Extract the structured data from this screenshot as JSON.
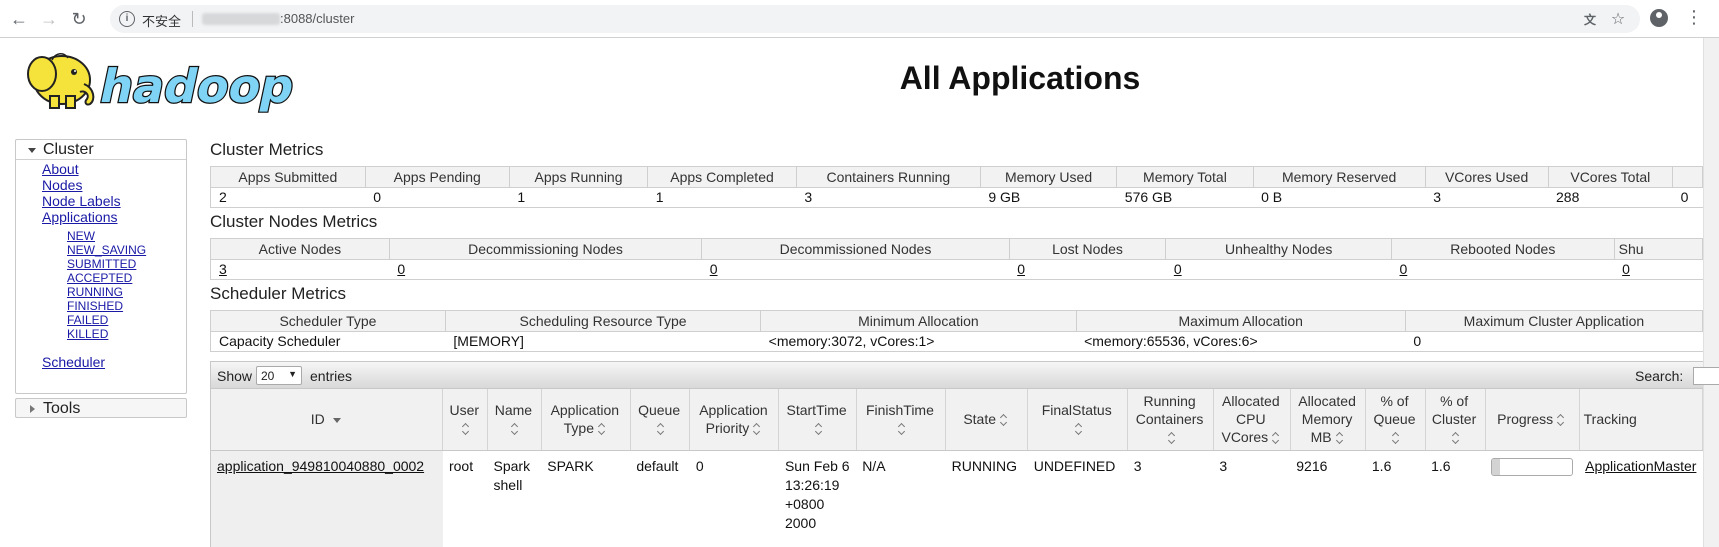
{
  "browser": {
    "security_label": "不安全",
    "url_visible": ":8088/cluster"
  },
  "page": {
    "title": "All Applications"
  },
  "nav": {
    "cluster": {
      "label": "Cluster",
      "links": [
        "About",
        "Nodes",
        "Node Labels",
        "Applications"
      ],
      "app_states": [
        "NEW",
        "NEW_SAVING",
        "SUBMITTED",
        "ACCEPTED",
        "RUNNING",
        "FINISHED",
        "FAILED",
        "KILLED"
      ],
      "scheduler": "Scheduler"
    },
    "tools": {
      "label": "Tools"
    }
  },
  "cluster_metrics": {
    "title": "Cluster Metrics",
    "headers": [
      "Apps Submitted",
      "Apps Pending",
      "Apps Running",
      "Apps Completed",
      "Containers Running",
      "Memory Used",
      "Memory Total",
      "Memory Reserved",
      "VCores Used",
      "VCores Total",
      ""
    ],
    "values": [
      "2",
      "0",
      "1",
      "1",
      "3",
      "9 GB",
      "576 GB",
      "0 B",
      "3",
      "288",
      "0"
    ]
  },
  "node_metrics": {
    "title": "Cluster Nodes Metrics",
    "headers": [
      "Active Nodes",
      "Decommissioning Nodes",
      "Decommissioned Nodes",
      "Lost Nodes",
      "Unhealthy Nodes",
      "Rebooted Nodes",
      "Shu"
    ],
    "values": [
      "3",
      "0",
      "0",
      "0",
      "0",
      "0",
      "0"
    ]
  },
  "scheduler_metrics": {
    "title": "Scheduler Metrics",
    "headers": [
      "Scheduler Type",
      "Scheduling Resource Type",
      "Minimum Allocation",
      "Maximum Allocation",
      "Maximum Cluster Application"
    ],
    "values": [
      "Capacity Scheduler",
      "[MEMORY]",
      "<memory:3072, vCores:1>",
      "<memory:65536, vCores:6>",
      "0"
    ]
  },
  "apps_controls": {
    "show_label": "Show",
    "page_size": "20",
    "entries_label": "entries",
    "search_label": "Search:"
  },
  "apps_table": {
    "headers": [
      "ID",
      "User",
      "Name",
      "Application Type",
      "Queue",
      "Application Priority",
      "StartTime",
      "FinishTime",
      "State",
      "FinalStatus",
      "Running Containers",
      "Allocated CPU VCores",
      "Allocated Memory MB",
      "% of Queue",
      "% of Cluster",
      "Progress",
      "Tracking"
    ],
    "rows": [
      {
        "id": "application_949810040880_0002",
        "user": "root",
        "name": "Spark shell",
        "type": "SPARK",
        "queue": "default",
        "priority": "0",
        "start": "Sun Feb 6 13:26:19 +0800 2000",
        "finish": "N/A",
        "state": "RUNNING",
        "final_status": "UNDEFINED",
        "containers": "3",
        "vcores": "3",
        "memory_mb": "9216",
        "pct_queue": "1.6",
        "pct_cluster": "1.6",
        "progress": 0.1,
        "tracking": "ApplicationMaster"
      }
    ]
  }
}
